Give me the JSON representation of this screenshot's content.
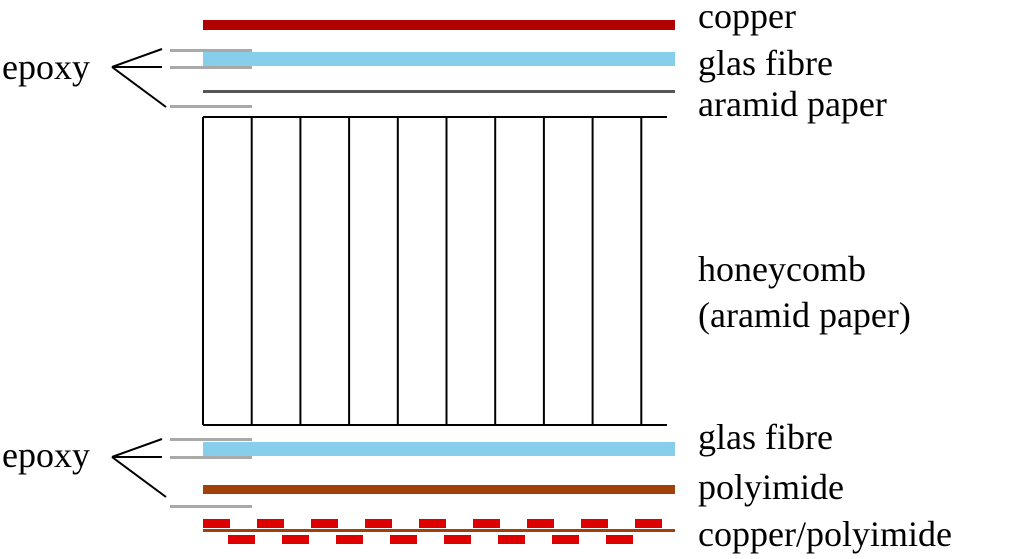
{
  "labels": {
    "copper": "copper",
    "glas_fibre_top": "glas fibre",
    "aramid_paper": "aramid paper",
    "honeycomb_line1": "honeycomb",
    "honeycomb_line2": "(aramid paper)",
    "glas_fibre_bottom": "glas fibre",
    "polyimide": "polyimide",
    "copper_polyimide": "copper/polyimide",
    "epoxy_top": "epoxy",
    "epoxy_bottom": "epoxy"
  },
  "colors": {
    "copper": "#b00000",
    "glas_fibre": "#87ceeb",
    "aramid_paper": "#555555",
    "epoxy": "#a9a9a9",
    "polyimide": "#a0400a",
    "copper_strip": "#dd0000",
    "line": "#000000"
  },
  "honeycomb": {
    "cell_walls": 10
  }
}
